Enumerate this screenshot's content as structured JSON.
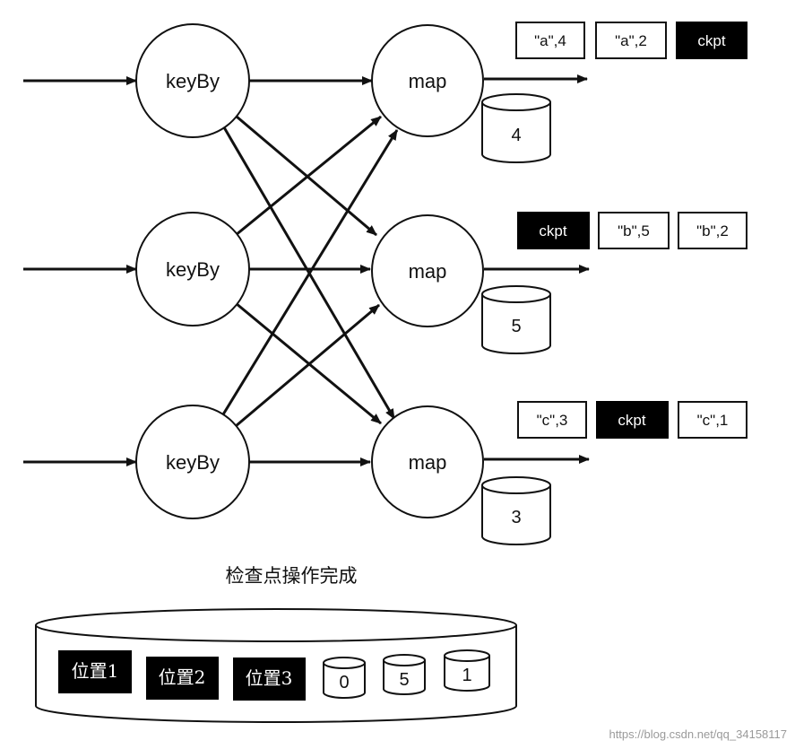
{
  "keyby_nodes": [
    "keyBy",
    "keyBy",
    "keyBy"
  ],
  "map_nodes": [
    "map",
    "map",
    "map"
  ],
  "map_states": [
    "4",
    "5",
    "3"
  ],
  "output_streams": [
    [
      "\"a\",4",
      "\"a\",2",
      "ckpt"
    ],
    [
      "ckpt",
      "\"b\",5",
      "\"b\",2"
    ],
    [
      "\"c\",3",
      "ckpt",
      "\"c\",1"
    ]
  ],
  "checkpoint_marker": "ckpt",
  "caption": "检查点操作完成",
  "storage": {
    "positions": [
      "位置1",
      "位置2",
      "位置3"
    ],
    "states": [
      "0",
      "5",
      "1"
    ]
  },
  "watermark": "https://blog.csdn.net/qq_34158117",
  "colors": {
    "stroke": "#111111",
    "checkpoint_fill": "#000000",
    "record_fill": "#ffffff"
  }
}
